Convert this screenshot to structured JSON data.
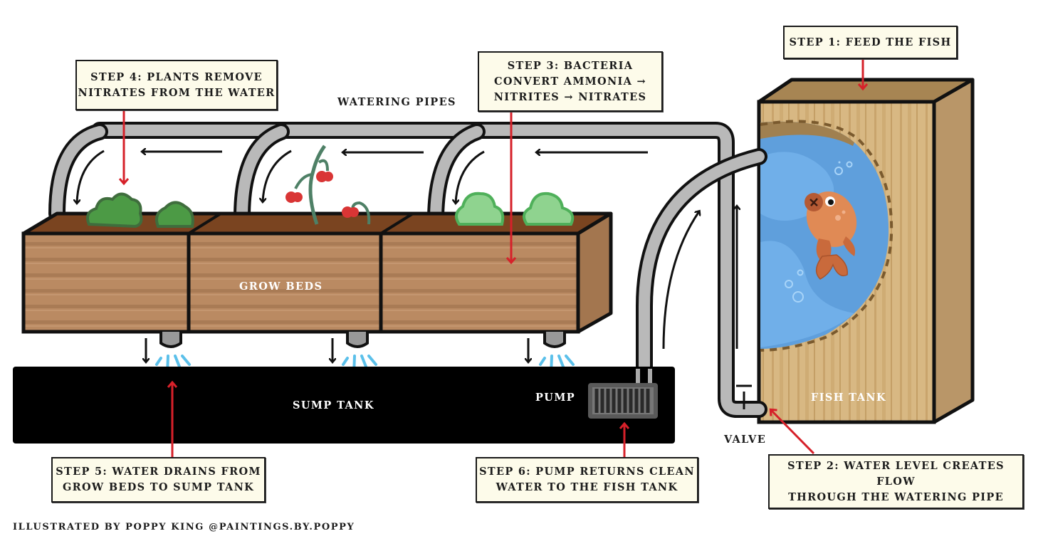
{
  "diagram": {
    "title": "Aquaponics system cycle",
    "colors": {
      "callout_bg": "#fdfbea",
      "outline": "#111111",
      "pipe": "#b9b9b9",
      "wood_bed": "#b9875f",
      "wood_bed_stripe": "#a87b55",
      "wood_bed_side": "#a3764f",
      "soil": "#7a4420",
      "fish_tank_wood": "#d6b47f",
      "fish_tank_stripe": "#c9a46c",
      "fish_tank_top": "#a78553",
      "fish_tank_side": "#b79467",
      "water": "#5f9fdc",
      "water_light": "#78b6ee",
      "fish": "#e08a55",
      "fish_dark": "#b25a33",
      "sump": "#000000",
      "pump": "#5a5a5a",
      "drip": "#5bc0ea",
      "step_arrow": "#d6212a",
      "flow_arrow": "#111111",
      "lettuce_dark": "#4c9a45",
      "lettuce_light": "#8fd38f",
      "tomato": "#d93535",
      "tomato_stem": "#4e8066"
    },
    "steps": [
      {
        "id": "step-1",
        "text": "STEP 1: FEED THE FISH"
      },
      {
        "id": "step-2",
        "text": "STEP 2: WATER LEVEL CREATES FLOW\nTHROUGH THE WATERING PIPE"
      },
      {
        "id": "step-3",
        "text": "STEP 3: BACTERIA\nCONVERT AMMONIA →\nNITRITES → NITRATES"
      },
      {
        "id": "step-4",
        "text": "STEP 4: PLANTS REMOVE\nNITRATES FROM THE WATER"
      },
      {
        "id": "step-5",
        "text": "STEP 5: WATER DRAINS FROM\nGROW BEDS TO SUMP TANK"
      },
      {
        "id": "step-6",
        "text": "STEP 6: PUMP RETURNS CLEAN\nWATER TO THE FISH TANK"
      }
    ],
    "labels": {
      "watering_pipes": "WATERING PIPES",
      "grow_beds": "GROW BEDS",
      "sump_tank": "SUMP TANK",
      "pump": "PUMP",
      "fish_tank": "FISH TANK",
      "valve": "VALVE"
    },
    "grow_beds": [
      {
        "plant": "lettuce"
      },
      {
        "plant": "tomato"
      },
      {
        "plant": "cabbage"
      }
    ],
    "credit": "ILLUSTRATED BY POPPY KING @PAINTINGS.BY.POPPY"
  }
}
